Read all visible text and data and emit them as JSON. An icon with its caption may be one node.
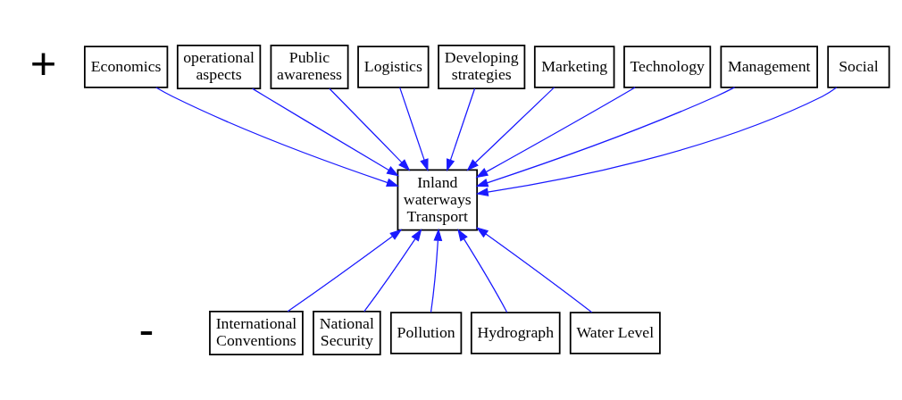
{
  "diagram": {
    "nodes": [
      {
        "text": [
          "Economics"
        ]
      },
      {
        "text": [
          "operational aspects"
        ]
      },
      {
        "text": [
          "Public awareness"
        ]
      },
      {
        "text": [
          "Logistics"
        ]
      },
      {
        "text": [
          "Developing strategies"
        ]
      },
      {
        "text": [
          "Marketing"
        ]
      },
      {
        "text": [
          "Technology"
        ]
      },
      {
        "text": [
          "Management"
        ]
      },
      {
        "text": [
          "Social"
        ]
      },
      {
        "text": [
          "Inland waterways Transport"
        ]
      },
      {
        "text": [
          "International Conventions"
        ]
      },
      {
        "text": [
          "National Security"
        ]
      },
      {
        "text": [
          "Pollution"
        ]
      },
      {
        "text": [
          "Hydrograph"
        ]
      },
      {
        "text": [
          "Water Level"
        ]
      }
    ],
    "edges": [
      {
        "from": 0,
        "to": 9,
        "arrow": "to"
      },
      {
        "from": 1,
        "to": 9,
        "arrow": "to"
      },
      {
        "from": 2,
        "to": 9,
        "arrow": "to"
      },
      {
        "from": 3,
        "to": 9,
        "arrow": "to"
      },
      {
        "from": 4,
        "to": 9,
        "arrow": "to"
      },
      {
        "from": 5,
        "to": 9,
        "arrow": "to"
      },
      {
        "from": 6,
        "to": 9,
        "arrow": "to"
      },
      {
        "from": 7,
        "to": 9,
        "arrow": "to"
      },
      {
        "from": 8,
        "to": 9,
        "arrow": "to"
      },
      {
        "from": 10,
        "to": 9,
        "arrow": "to"
      },
      {
        "from": 11,
        "to": 9,
        "arrow": "to"
      },
      {
        "from": 12,
        "to": 9,
        "arrow": "to"
      },
      {
        "from": 13,
        "to": 9,
        "arrow": "to"
      },
      {
        "from": 14,
        "to": 9,
        "arrow": "to"
      }
    ],
    "labels": [
      "+",
      "-"
    ]
  }
}
